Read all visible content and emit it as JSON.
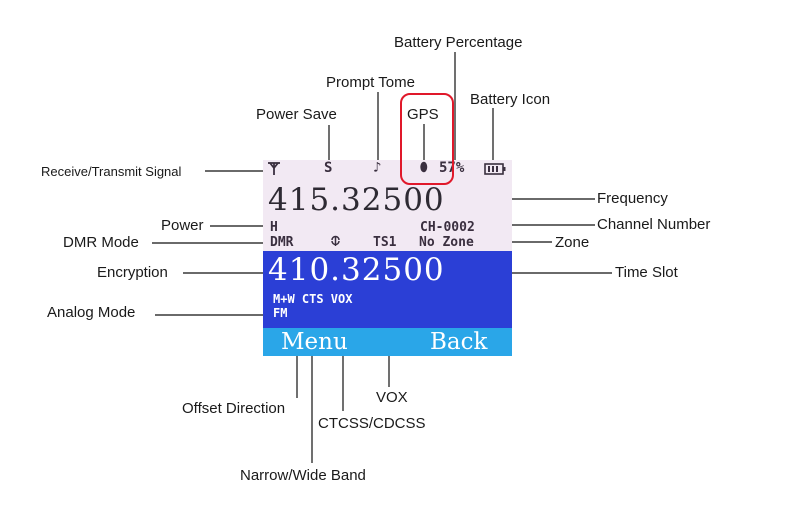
{
  "screen": {
    "status": {
      "batt_pct": "57%"
    },
    "freq_a": "415.32500",
    "power": "H",
    "channel": "CH-0002",
    "mode": "DMR",
    "timeslot": "TS1",
    "zone": "No Zone",
    "freq_b": "410.32500",
    "flags": "M+W CTS VOX",
    "analog": "FM",
    "softkey_left": "Menu",
    "softkey_right": "Back"
  },
  "labels": {
    "battery_percentage": "Battery Percentage",
    "prompt_tone": "Prompt Tome",
    "battery_icon": "Battery Icon",
    "power_save": "Power Save",
    "gps": "GPS",
    "rx_tx_signal": "Receive/Transmit Signal",
    "frequency": "Frequency",
    "power": "Power",
    "channel_number": "Channel Number",
    "dmr_mode": "DMR Mode",
    "zone": "Zone",
    "encryption": "Encryption",
    "time_slot": "Time Slot",
    "analog_mode": "Analog Mode",
    "vox": "VOX",
    "offset_direction": "Offset Direction",
    "ctcss": "CTCSS/CDCSS",
    "narrow_wide": "Narrow/Wide Band"
  },
  "colors": {
    "screen_bg": "#f2e9f3",
    "blue_band": "#2b3fd6",
    "softkey_bar": "#2aa6e8",
    "highlight": "#e0182a"
  },
  "icons": [
    "antenna-icon",
    "power-save-icon",
    "note-icon",
    "gps-icon",
    "battery-icon",
    "encryption-icon"
  ]
}
